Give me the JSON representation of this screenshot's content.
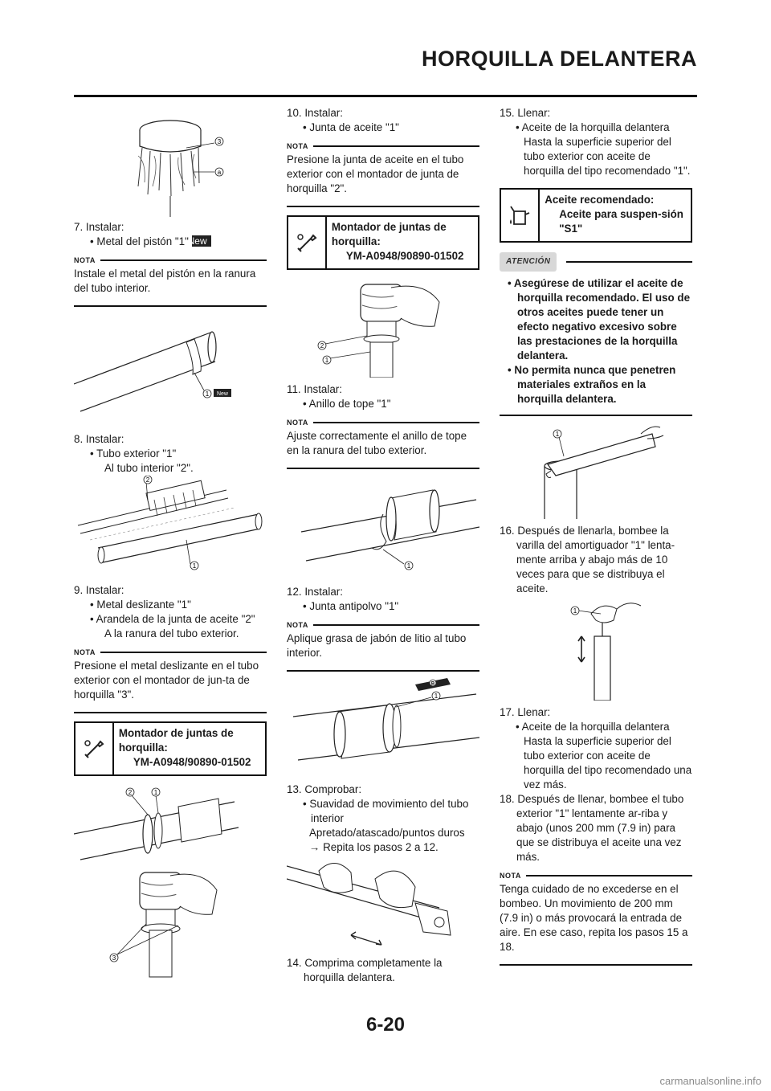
{
  "page": {
    "title": "HORQUILLA DELANTERA",
    "page_number": "6-20",
    "watermark": "carmanualsonline.info"
  },
  "labels": {
    "nota": "NOTA",
    "atencion": "ATENCIÓN",
    "new": "New",
    "c1": "1",
    "c2": "2",
    "c3": "3",
    "ca": "a",
    "cb": "B"
  },
  "col1": {
    "step7": "7. Instalar:",
    "step7_b1": "• Metal del pistón \"1\"",
    "nota1": "Instale el metal del pistón en la ranura del tubo interior.",
    "step8": "8. Instalar:",
    "step8_b1": "• Tubo exterior \"1\"",
    "step8_b1_sub": "Al tubo interior \"2\".",
    "step9": "9. Instalar:",
    "step9_b1": "• Metal deslizante \"1\"",
    "step9_b2": "• Arandela de la junta de aceite \"2\"",
    "step9_b2_sub": "A la ranura del tubo exterior.",
    "nota2": "Presione el metal deslizante en el tubo exterior con el montador de jun-ta de horquilla \"3\".",
    "tool_title": "Montador de juntas de horquilla:",
    "tool_code": "YM-A0948/90890-01502"
  },
  "col2": {
    "step10": "10. Instalar:",
    "step10_b1": "• Junta de aceite \"1\"",
    "nota1": "Presione la junta de aceite en el tubo exterior con el montador de junta de horquilla \"2\".",
    "tool_title": "Montador de juntas de horquilla:",
    "tool_code": "YM-A0948/90890-01502",
    "step11": "11. Instalar:",
    "step11_b1": "• Anillo de tope \"1\"",
    "nota2": "Ajuste correctamente el anillo de tope en la ranura del tubo exterior.",
    "step12": "12. Instalar:",
    "step12_b1": "• Junta antipolvo \"1\"",
    "nota3": "Aplique grasa de jabón de litio al tubo interior.",
    "step13": "13. Comprobar:",
    "step13_b1": "• Suavidad de movimiento del tubo interior",
    "step13_b1_sub": "Apretado/atascado/puntos duros",
    "step13_b1_sub2": "→ Repita los pasos 2 a 12.",
    "step14": "14. Comprima completamente la horquilla delantera."
  },
  "col3": {
    "step15": "15. Llenar:",
    "step15_b1": "• Aceite de la horquilla delantera",
    "step15_b1_sub": "Hasta la superficie superior del tubo exterior con aceite de horquilla del tipo recomendado \"1\".",
    "oil_title": "Aceite recomendado:",
    "oil_value": "Aceite para suspen-sión \"S1\"",
    "aten_b1": "• Asegúrese de utilizar el aceite de horquilla recomendado. El uso de otros aceites puede tener un efecto negativo excesivo sobre las prestaciones de la horquilla delantera.",
    "aten_b2": "• No permita nunca que penetren materiales extraños en la horquilla delantera.",
    "step16": "16. Después de llenarla, bombee la varilla del amortiguador \"1\" lenta-mente arriba y abajo más de 10 veces para que se distribuya el aceite.",
    "step17": "17. Llenar:",
    "step17_b1": "• Aceite de la horquilla delantera",
    "step17_b1_sub": "Hasta la superficie superior del tubo exterior con aceite de horquilla del tipo recomendado una vez más.",
    "step18": "18. Después de llenar, bombee el tubo exterior \"1\" lentamente ar-riba y abajo (unos 200 mm (7.9 in) para que se distribuya el aceite una vez más.",
    "nota1": "Tenga cuidado de no excederse en el bombeo. Un movimiento de 200 mm (7.9 in) o más provocará la entrada de aire. En ese caso, repita los pasos 15 a 18."
  }
}
